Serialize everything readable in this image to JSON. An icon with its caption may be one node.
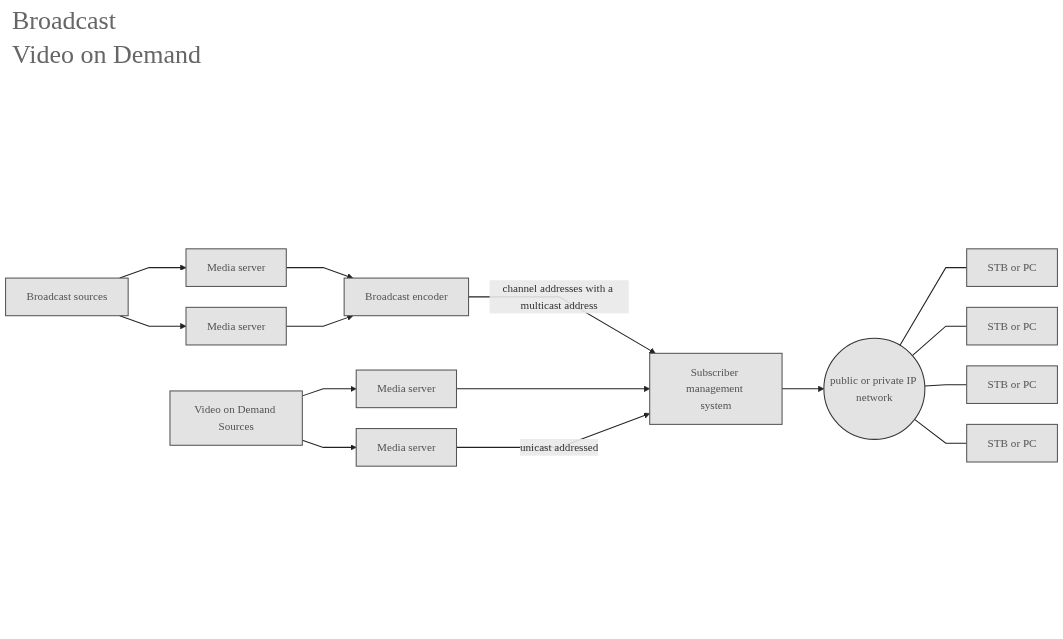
{
  "diagram": {
    "nodes": [
      {
        "text": [
          "Broadcast sources"
        ]
      },
      {
        "text": [
          "Media server"
        ]
      },
      {
        "text": [
          "Media server"
        ]
      },
      {
        "text": [
          "Broadcast encoder"
        ]
      },
      {
        "text": [
          "Subscriber management system"
        ]
      },
      {
        "text": [
          "public or private IP network"
        ]
      },
      {
        "text": [
          "STB or PC"
        ]
      },
      {
        "text": [
          "STB or PC"
        ]
      },
      {
        "text": [
          "STB or PC"
        ]
      },
      {
        "text": [
          "STB or PC"
        ]
      },
      {
        "text": [
          "Video on Demand Sources"
        ]
      },
      {
        "text": [
          "Media server"
        ]
      },
      {
        "text": [
          "Media server"
        ]
      }
    ],
    "edges": [
      {
        "from": 0,
        "to": 1,
        "arrow": "to"
      },
      {
        "from": 0,
        "to": 2,
        "arrow": "to"
      },
      {
        "from": 1,
        "to": 3,
        "arrow": "to"
      },
      {
        "from": 2,
        "to": 3,
        "arrow": "to"
      },
      {
        "from": 3,
        "to": 4,
        "arrow": "to",
        "label": "channel addresses with a multicast address"
      },
      {
        "from": 4,
        "to": 5,
        "arrow": "to"
      },
      {
        "from": 5,
        "to": 6,
        "arrow": "none"
      },
      {
        "from": 5,
        "to": 7,
        "arrow": "none"
      },
      {
        "from": 5,
        "to": 8,
        "arrow": "none"
      },
      {
        "from": 5,
        "to": 9,
        "arrow": "none"
      },
      {
        "from": 10,
        "to": 11,
        "arrow": "to"
      },
      {
        "from": 10,
        "to": 12,
        "arrow": "to"
      },
      {
        "from": 11,
        "to": 4,
        "arrow": "to"
      },
      {
        "from": 12,
        "to": 4,
        "arrow": "to",
        "label": "unicast addressed"
      }
    ],
    "labels": [
      "Broadcast",
      "Video on Demand"
    ]
  }
}
